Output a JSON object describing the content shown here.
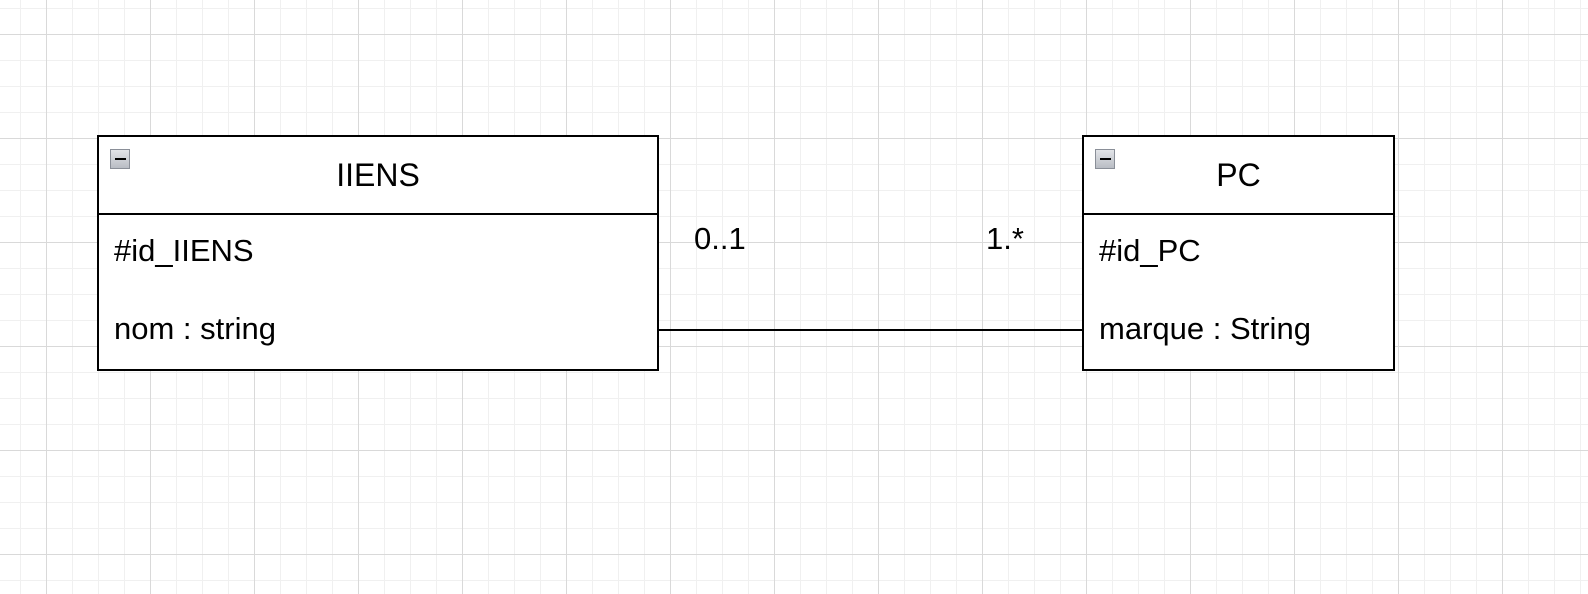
{
  "diagram": {
    "classes": [
      {
        "id": "iiens",
        "name": "IIENS",
        "attributes": [
          "#id_IIENS",
          "nom : string"
        ],
        "collapse_icon": "minus-icon"
      },
      {
        "id": "pc",
        "name": "PC",
        "attributes": [
          "#id_PC",
          "marque : String"
        ],
        "collapse_icon": "minus-icon"
      }
    ],
    "association": {
      "from": "iiens",
      "to": "pc",
      "from_multiplicity": "0..1",
      "to_multiplicity": "1.*"
    }
  },
  "colors": {
    "stroke": "#000000",
    "grid_major": "#d9d9d9",
    "grid_minor": "#f0f0f0",
    "background": "#ffffff"
  }
}
